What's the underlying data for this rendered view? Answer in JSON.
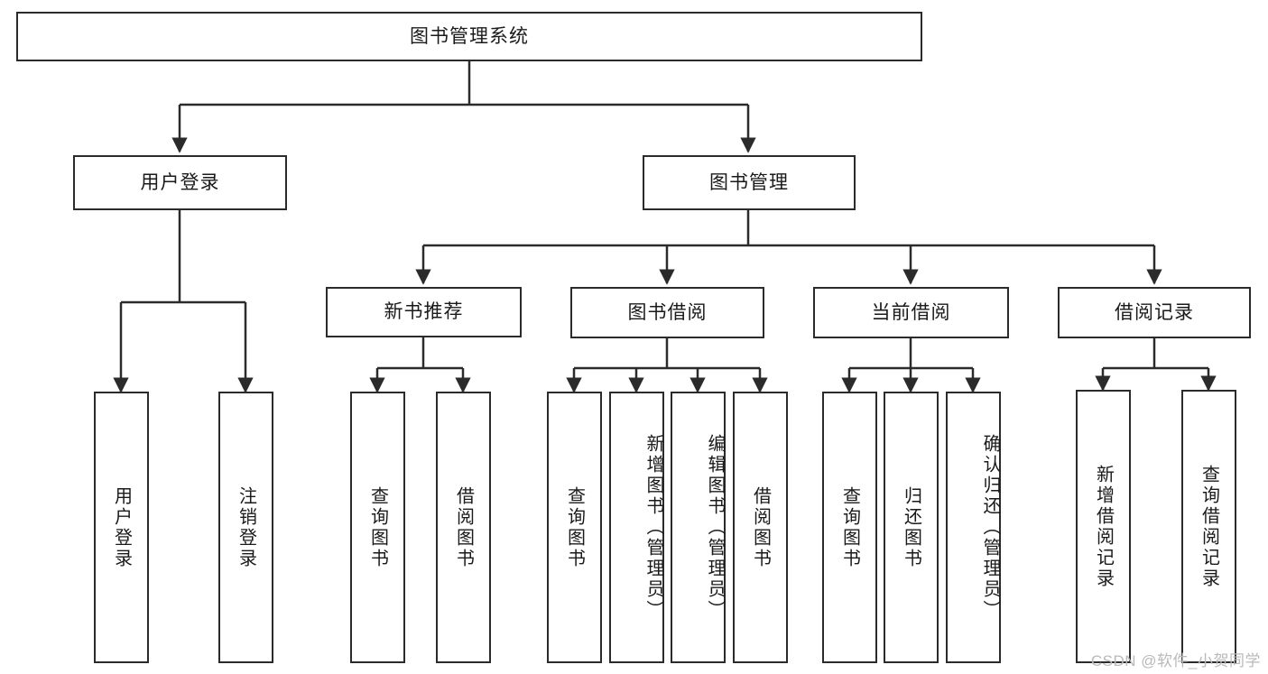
{
  "diagram": {
    "title": "图书管理系统",
    "root": {
      "label": "图书管理系统"
    },
    "level1": [
      {
        "label": "用户登录"
      },
      {
        "label": "图书管理"
      }
    ],
    "level2": [
      {
        "label": "新书推荐"
      },
      {
        "label": "图书借阅"
      },
      {
        "label": "当前借阅"
      },
      {
        "label": "借阅记录"
      }
    ],
    "leaves": {
      "user_login": [
        {
          "label": "用户登录"
        },
        {
          "label": "注销登录"
        }
      ],
      "new_book_recommend": [
        {
          "label": "查询图书"
        },
        {
          "label": "借阅图书"
        }
      ],
      "book_borrow": [
        {
          "label": "查询图书"
        },
        {
          "label": "新增图书（管理员）"
        },
        {
          "label": "编辑图书（管理员）"
        },
        {
          "label": "借阅图书"
        }
      ],
      "current_borrow": [
        {
          "label": "查询图书"
        },
        {
          "label": "归还图书"
        },
        {
          "label": "确认归还（管理员）"
        }
      ],
      "borrow_record": [
        {
          "label": "新增借阅记录"
        },
        {
          "label": "查询借阅记录"
        }
      ]
    }
  },
  "watermark": {
    "text": "CSDN @软件_小贺同学"
  },
  "colors": {
    "stroke": "#2b2b2b",
    "fill": "#ffffff",
    "text": "#1a1a1a",
    "watermark": "#b9b9b9"
  }
}
